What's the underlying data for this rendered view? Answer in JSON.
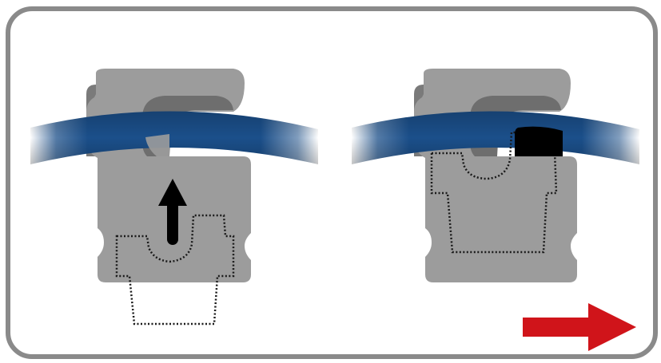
{
  "colors": {
    "frame_border": "#8a8a8a",
    "frame_fill": "#ffffff",
    "clip_body": "#9c9c9c",
    "clip_shadow": "#6e6e6e",
    "tube": "#1b4f8a",
    "tube_dark": "#0f3d70",
    "outline_dotted": "#1a1a1a",
    "up_arrow": "#000000",
    "lock_block": "#000000",
    "direction_arrow": "#d0141a"
  },
  "diagram": {
    "steps": [
      {
        "state": "unlocked",
        "insert_shown": "below-clip",
        "arrow": "up"
      },
      {
        "state": "locked",
        "insert_shown": "inside-clip",
        "lock_block": true
      }
    ],
    "sequence_arrow": "right"
  }
}
